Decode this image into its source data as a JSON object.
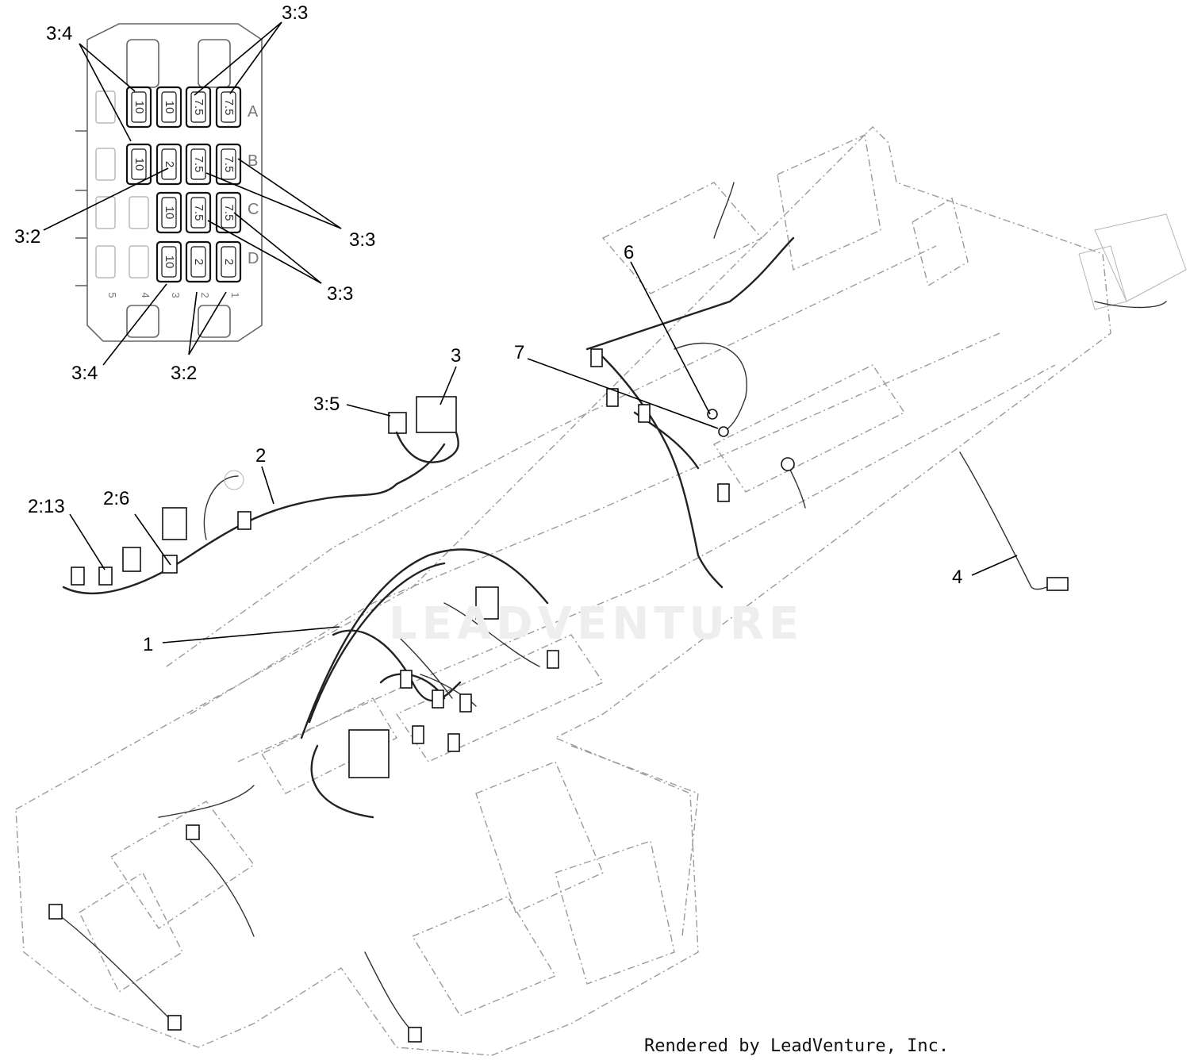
{
  "credit": "Rendered by LeadVenture, Inc.",
  "watermark": "LEADVENTURE",
  "fuse_block": {
    "row_letters": [
      "A",
      "B",
      "C",
      "D"
    ],
    "column_numbers": [
      "5",
      "4",
      "3",
      "2",
      "1"
    ],
    "fuses": [
      {
        "row": 0,
        "col": 1,
        "value": "10"
      },
      {
        "row": 0,
        "col": 2,
        "value": "10"
      },
      {
        "row": 0,
        "col": 3,
        "value": "7.5"
      },
      {
        "row": 0,
        "col": 4,
        "value": "7.5"
      },
      {
        "row": 1,
        "col": 1,
        "value": "10"
      },
      {
        "row": 1,
        "col": 2,
        "value": "2"
      },
      {
        "row": 1,
        "col": 3,
        "value": "7.5"
      },
      {
        "row": 1,
        "col": 4,
        "value": "7.5"
      },
      {
        "row": 2,
        "col": 2,
        "value": "10"
      },
      {
        "row": 2,
        "col": 3,
        "value": "7.5"
      },
      {
        "row": 2,
        "col": 4,
        "value": "7.5"
      },
      {
        "row": 3,
        "col": 2,
        "value": "10"
      },
      {
        "row": 3,
        "col": 3,
        "value": "2"
      },
      {
        "row": 3,
        "col": 4,
        "value": "2"
      }
    ]
  },
  "callouts": [
    {
      "id": "c-3-4-top",
      "text": "3:4"
    },
    {
      "id": "c-3-3-top",
      "text": "3:3"
    },
    {
      "id": "c-3-2-left",
      "text": "3:2"
    },
    {
      "id": "c-3-3-mid",
      "text": "3:3"
    },
    {
      "id": "c-3-3-low",
      "text": "3:3"
    },
    {
      "id": "c-3-4-bot",
      "text": "3:4"
    },
    {
      "id": "c-3-2-bot",
      "text": "3:2"
    },
    {
      "id": "c-3",
      "text": "3"
    },
    {
      "id": "c-3-5",
      "text": "3:5"
    },
    {
      "id": "c-2",
      "text": "2"
    },
    {
      "id": "c-2-6",
      "text": "2:6"
    },
    {
      "id": "c-2-13",
      "text": "2:13"
    },
    {
      "id": "c-1",
      "text": "1"
    },
    {
      "id": "c-6",
      "text": "6"
    },
    {
      "id": "c-7",
      "text": "7"
    },
    {
      "id": "c-4",
      "text": "4"
    }
  ]
}
